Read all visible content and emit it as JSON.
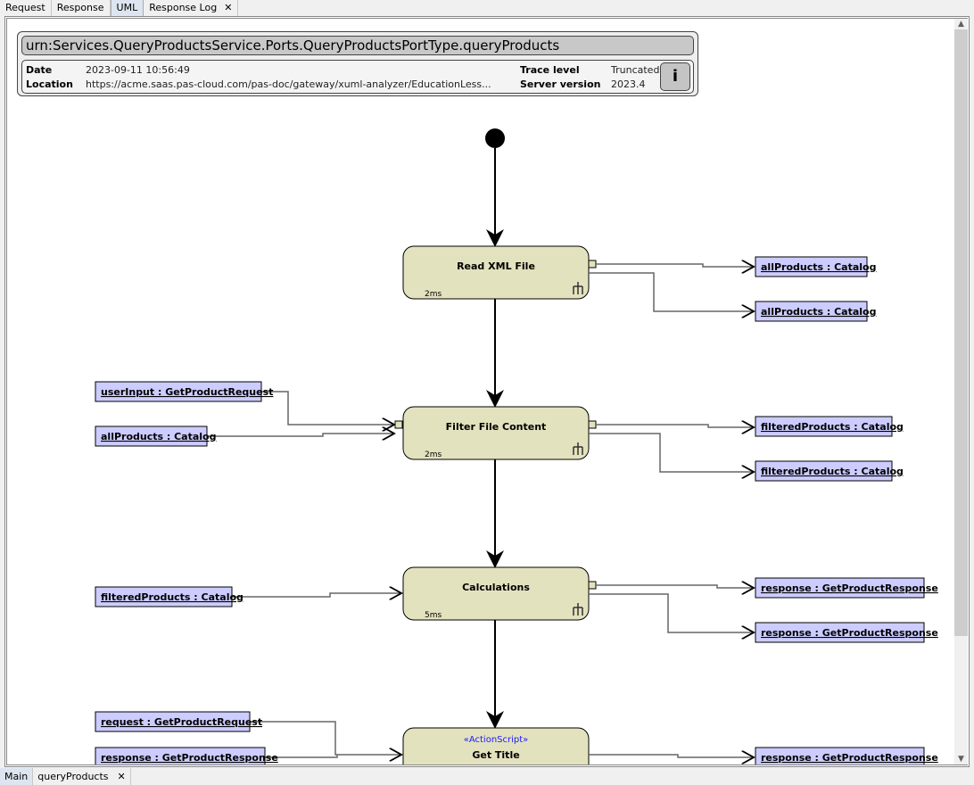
{
  "tabs": [
    {
      "label": "Request"
    },
    {
      "label": "Response"
    },
    {
      "label": "UML",
      "active": true
    },
    {
      "label": "Response Log",
      "closable": true
    }
  ],
  "close_glyph": "✕",
  "header": {
    "title": "urn:Services.QueryProductsService.Ports.QueryProductsPortType.queryProducts",
    "date_label": "Date",
    "date": "2023-09-11 10:56:49",
    "location_label": "Location",
    "location": "https://acme.saas.pas-cloud.com/pas-doc/gateway/xuml-analyzer/EducationLess...",
    "trace_label": "Trace level",
    "trace": "Truncated",
    "server_label": "Server version",
    "server": "2023.4",
    "info_button": "i"
  },
  "colors": {
    "action_fill": "#e3e2be",
    "object_fill": "#ccccff",
    "stereotype": "#1a1aff"
  },
  "actions": [
    {
      "name": "Read XML File",
      "time": "2ms",
      "stereotype": ""
    },
    {
      "name": "Filter File Content",
      "time": "2ms",
      "stereotype": ""
    },
    {
      "name": "Calculations",
      "time": "5ms",
      "stereotype": ""
    },
    {
      "name": "Get Title",
      "time": "",
      "stereotype": "«ActionScript»"
    }
  ],
  "objects": {
    "read_out": [
      "allProducts : Catalog",
      "allProducts : Catalog"
    ],
    "filter_in": [
      "userInput : GetProductRequest",
      "allProducts : Catalog"
    ],
    "filter_out": [
      "filteredProducts : Catalog",
      "filteredProducts : Catalog"
    ],
    "calc_in": [
      "filteredProducts : Catalog"
    ],
    "calc_out": [
      "response : GetProductResponse",
      "response : GetProductResponse"
    ],
    "title_in": [
      "request : GetProductRequest",
      "response : GetProductResponse"
    ],
    "title_out": [
      "response : GetProductResponse"
    ]
  },
  "bottom_tabs": [
    {
      "label": "Main",
      "active": true
    },
    {
      "label": "queryProducts",
      "closable": true
    }
  ]
}
